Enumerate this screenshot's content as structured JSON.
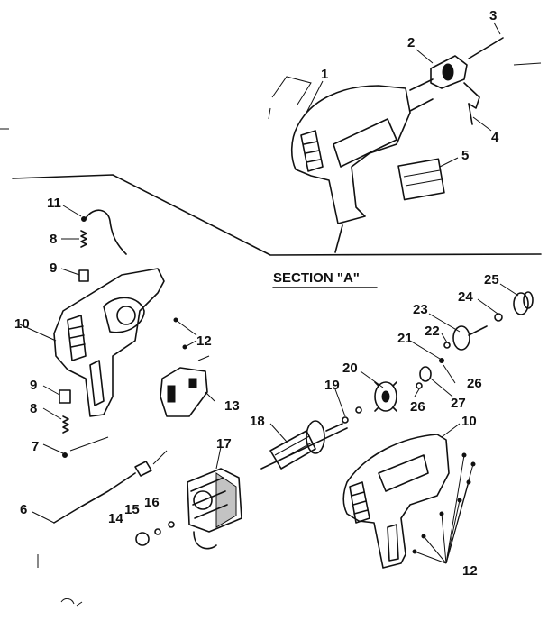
{
  "section_label": "SECTION \"A\"",
  "callouts": {
    "c1": "1",
    "c2": "2",
    "c3": "3",
    "c4": "4",
    "c5": "5",
    "c6": "6",
    "c7": "7",
    "c8a": "8",
    "c8b": "8",
    "c9a": "9",
    "c9b": "9",
    "c10a": "10",
    "c10b": "10",
    "c11": "11",
    "c12a": "12",
    "c12b": "12",
    "c13": "13",
    "c14": "14",
    "c15": "15",
    "c16": "16",
    "c17": "17",
    "c18": "18",
    "c19": "19",
    "c20": "20",
    "c21": "21",
    "c22": "22",
    "c23": "23",
    "c24": "24",
    "c25": "25",
    "c26a": "26",
    "c26b": "26",
    "c27": "27"
  },
  "icons": {
    "drill": "drill-assembly-icon",
    "chuck": "chuck-icon",
    "housing": "housing-half-icon",
    "motor": "field-motor-icon",
    "armature": "armature-icon",
    "gear": "gear-icon"
  }
}
